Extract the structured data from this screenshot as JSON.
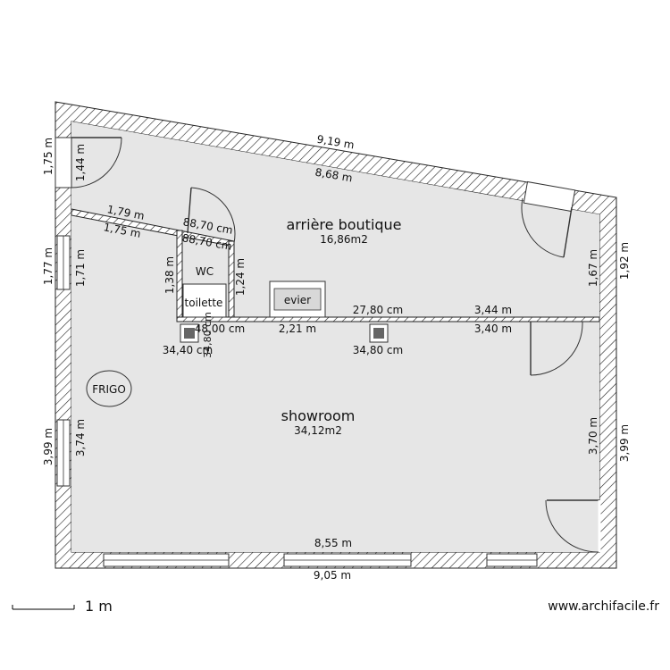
{
  "rooms": {
    "back_shop": {
      "name": "arrière boutique",
      "area": "16,86m2"
    },
    "showroom": {
      "name": "showroom",
      "area": "34,12m2"
    }
  },
  "fixtures": {
    "wc": "WC",
    "toilet": "toilette",
    "sink": "evier",
    "fridge": "FRIGO"
  },
  "dimensions": {
    "top_outer": "9,19 m",
    "top_inner": "8,68 m",
    "left_upper_outer": "1,75 m",
    "left_upper_inner": "1,44 m",
    "diag_outer": "1,79 m",
    "diag_inner": "1,75 m",
    "left_mid_outer": "1,77 m",
    "left_mid_inner": "1,71 m",
    "left_low_outer": "3,99 m",
    "left_low_inner": "3,74 m",
    "right_upper_inner": "1,67 m",
    "right_upper_outer": "1,92 m",
    "right_low_inner": "3,70 m",
    "right_low_outer": "3,99 m",
    "bottom_inner": "8,55 m",
    "bottom_outer": "9,05 m",
    "partition_mid": "2,21 m",
    "partition_right_top": "3,44 m",
    "partition_right_bottom": "3,40 m",
    "wc_top_1": "88,70 cm",
    "wc_top_2": "88,70 cm",
    "wc_left": "1,38 m",
    "wc_right": "1,24 m",
    "wc_bottom": "48,00 cm",
    "col_a_top": "27,80 cm",
    "col_a_bottom": "34,80 cm",
    "col_b_left": "34,80 cm",
    "col_b_bottom": "34,40 cm"
  },
  "scale": {
    "label": "1 m"
  },
  "credit": "www.archifacile.fr"
}
